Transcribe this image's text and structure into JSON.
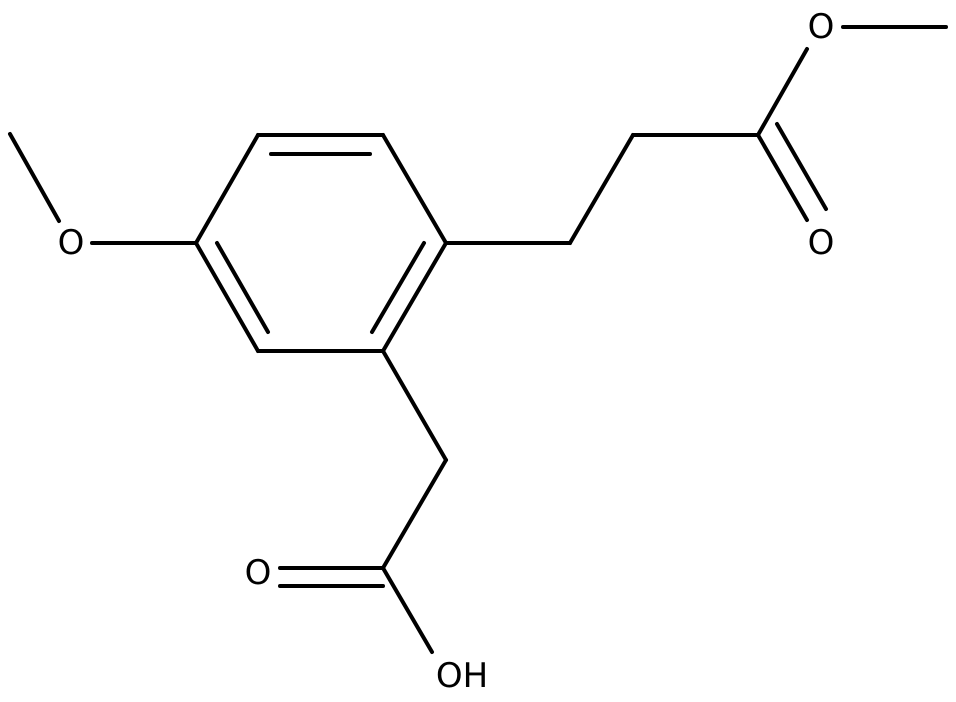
{
  "molecule": {
    "atoms": {
      "o_methoxy": "O",
      "o_ester_ether": "O",
      "o_ester_carbonyl": "O",
      "o_acid_carbonyl": "O",
      "o_acid_hydroxyl": "OH"
    }
  },
  "colors": {
    "bond": "#000000",
    "label": "#000000",
    "background": "#ffffff"
  }
}
